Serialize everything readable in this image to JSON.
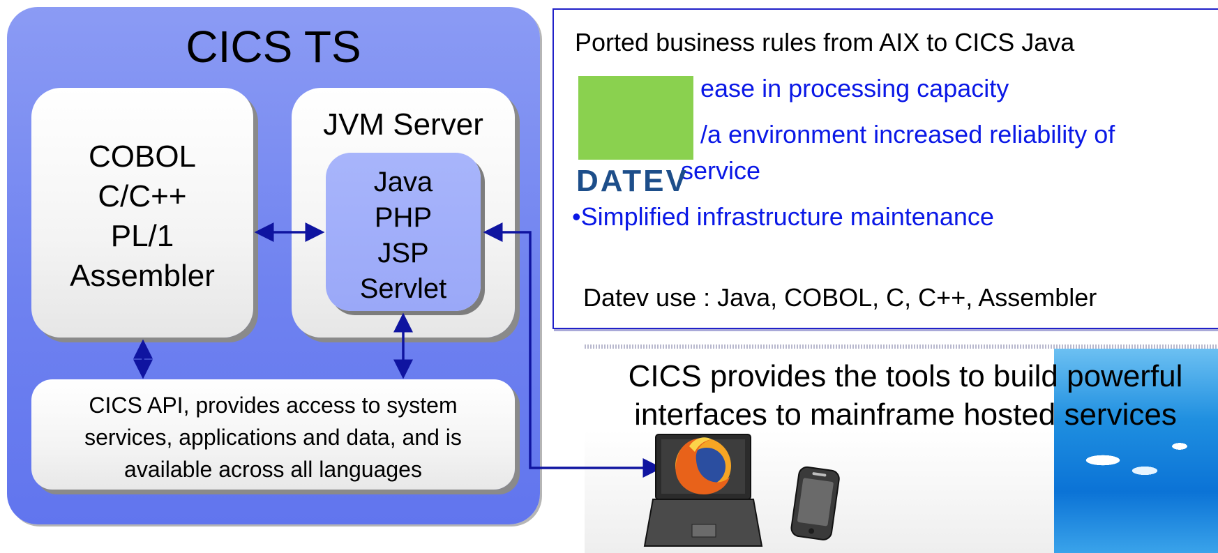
{
  "cics_ts": {
    "title": "CICS TS",
    "languages": [
      "COBOL",
      "C/C++",
      "PL/1",
      "Assembler"
    ],
    "jvm_server": {
      "title": "JVM Server",
      "languages": [
        "Java",
        "PHP",
        "JSP",
        "Servlet"
      ]
    },
    "api": {
      "lines": [
        "CICS API, provides access to system",
        "services, applications and data, and is",
        "available across all languages"
      ]
    }
  },
  "info_panel": {
    "ported": "Ported business rules from AIX to CICS Java",
    "benefits": [
      "ease in processing capacity",
      "/a environment increased reliability of",
      "service",
      "•Simplified infrastructure maintenance"
    ],
    "datev_use": "Datev use : Java, COBOL, C, C++, Assembler",
    "logo_text": "DATEV"
  },
  "tagline": {
    "lines": [
      "CICS provides the tools to build powerful",
      "interfaces to mainframe hosted services"
    ]
  },
  "colors": {
    "panel_blue": "#6f82f0",
    "inner_blue": "#a8b5fb",
    "arrow_blue": "#0f14a0",
    "text_blue": "#0a18e6",
    "datev_green": "#8ad14f",
    "datev_navy": "#1d4e8a"
  },
  "icons": [
    "firefox-icon",
    "laptop-icon",
    "smartphone-icon"
  ]
}
